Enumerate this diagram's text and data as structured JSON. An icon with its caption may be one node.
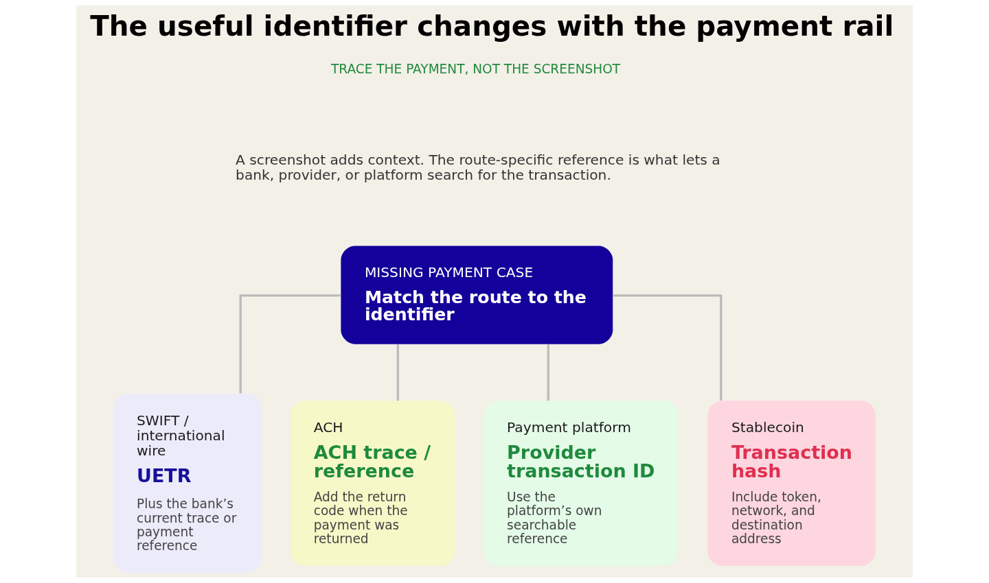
{
  "diagram": {
    "title": "The useful identifier changes with the payment rail",
    "nodes": [
      {
        "text": [
          "MISSING PAYMENT CASE",
          "Match the route to the identifier"
        ]
      },
      {
        "text": [
          "SWIFT / international wire",
          "UETR",
          "Plus the bank’s current trace or payment reference"
        ]
      },
      {
        "text": [
          "ACH",
          "ACH trace / reference",
          "Add the return code when the payment was returned"
        ]
      },
      {
        "text": [
          "Payment platform",
          "Provider transaction ID",
          "Use the platform’s own searchable reference"
        ]
      },
      {
        "text": [
          "Stablecoin",
          "Transaction hash",
          "Include token, network, and destination address"
        ]
      }
    ],
    "edges": [
      {
        "from": 0,
        "to": 1,
        "arrow": "none"
      },
      {
        "from": 0,
        "to": 2,
        "arrow": "none"
      },
      {
        "from": 0,
        "to": 3,
        "arrow": "none"
      },
      {
        "from": 0,
        "to": 4,
        "arrow": "none"
      }
    ],
    "labels": [
      "TRACE THE PAYMENT, NOT THE SCREENSHOT",
      "A screenshot adds context. The route-specific reference is what lets a bank, provider, or platform search for the transaction."
    ]
  }
}
